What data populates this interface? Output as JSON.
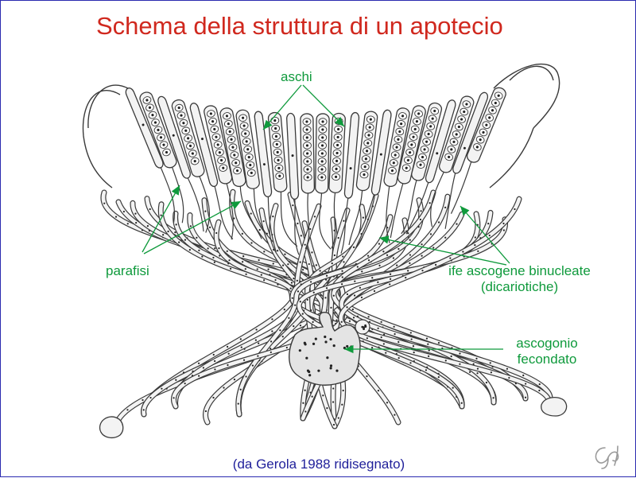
{
  "title": "Schema della struttura di un apotecio",
  "labels": {
    "aschi": "aschi",
    "parafisi": "parafisi",
    "ife_line1": "ife ascogene binucleate",
    "ife_line2": "(dicariotiche)",
    "ascogonio_line1": "ascogonio",
    "ascogonio_line2": "fecondato"
  },
  "caption": "(da Gerola 1988 ridisegnato)",
  "colors": {
    "title": "#d0281e",
    "labels": "#0f9a3c",
    "caption": "#1f1f9a",
    "frame": "#2b2bb0",
    "drawing_stroke": "#3a3a3a",
    "cell_fill": "#f3f3f3",
    "ascogonium_fill": "#e4e4e4"
  },
  "icons": {
    "signature": "signature-logo"
  }
}
